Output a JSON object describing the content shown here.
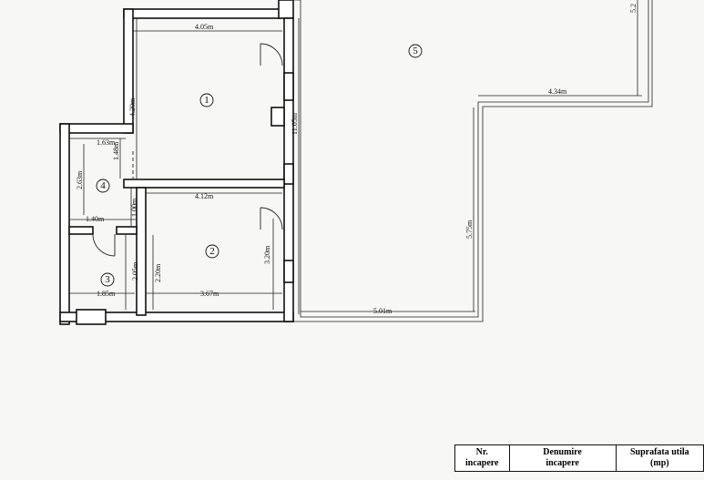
{
  "rooms": [
    {
      "number": "1"
    },
    {
      "number": "2"
    },
    {
      "number": "3"
    },
    {
      "number": "4"
    },
    {
      "number": "5"
    }
  ],
  "dimensions": {
    "room1_width": "4.05m",
    "room1_height": "4.20m",
    "balcony_height": "11.05m",
    "hall_width_top": "1.63m",
    "hall_small": "1.48m",
    "hall_height": "2.63m",
    "room2_width_top": "4.12m",
    "hall_width_bottom": "1.40m",
    "door_gap": "1.00m",
    "room2_left_height": "2.20m",
    "room2_right_height": "3.20m",
    "bath_height": "2.05m",
    "bath_width": "1.85m",
    "room2_width_bottom": "3.67m",
    "terrace_bottom": "5.01m",
    "terrace_height": "5.75m",
    "terrace_top": "4.34m",
    "terrace_edge": "5.2"
  },
  "table": {
    "headers": [
      {
        "line1": "Nr.",
        "line2": "incapere"
      },
      {
        "line1": "Denumire",
        "line2": "incapere"
      },
      {
        "line1": "Suprafata utila",
        "line2": "(mp)"
      }
    ]
  }
}
